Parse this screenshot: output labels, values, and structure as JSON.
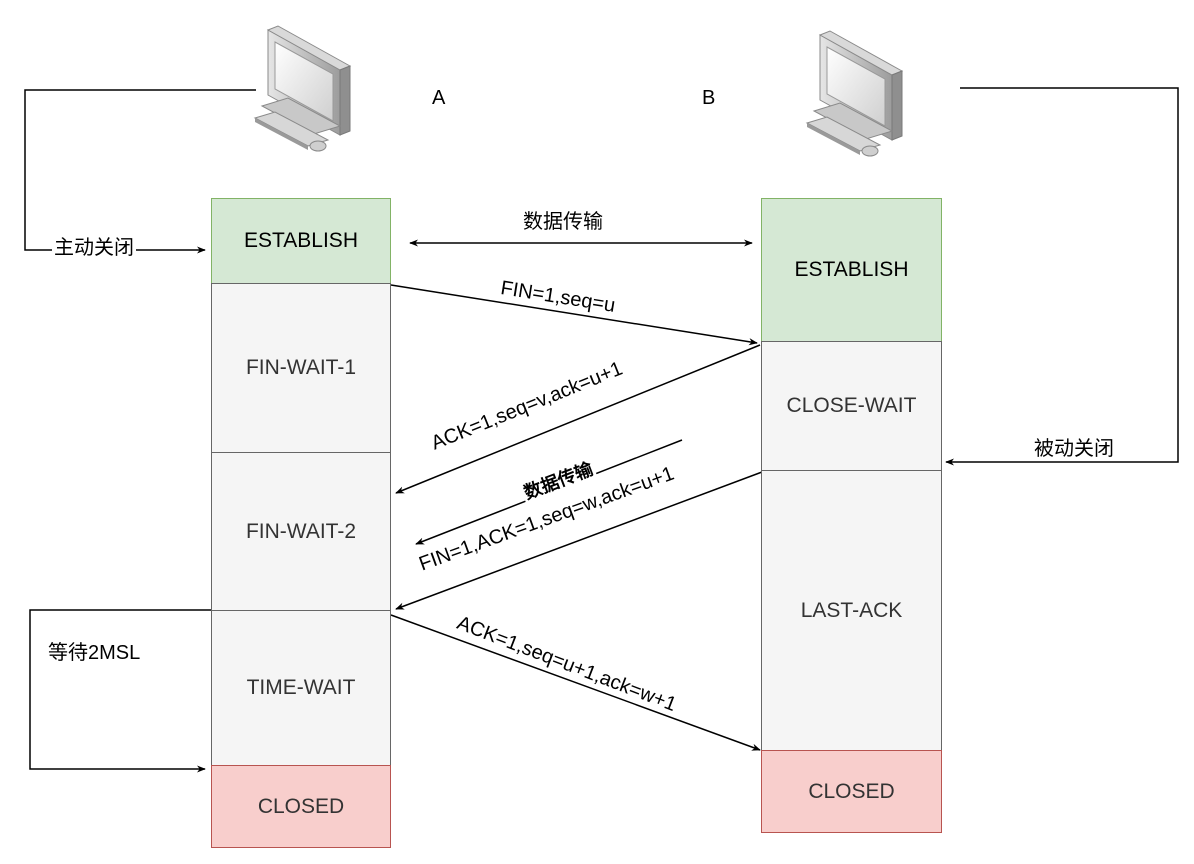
{
  "hosts": {
    "a_label": "A",
    "b_label": "B"
  },
  "states_a": {
    "establish": "ESTABLISH",
    "fin_wait_1": "FIN-WAIT-1",
    "fin_wait_2": "FIN-WAIT-2",
    "time_wait": "TIME-WAIT",
    "closed": "CLOSED"
  },
  "states_b": {
    "establish": "ESTABLISH",
    "close_wait": "CLOSE-WAIT",
    "last_ack": "LAST-ACK",
    "closed": "CLOSED"
  },
  "messages": {
    "data_transfer_top": "数据传输",
    "fin_seq": "FIN=1,seq=u",
    "ack_seq": "ACK=1,seq=v,ack=u+1",
    "data_transfer_mid": "数据传输",
    "fin_ack_seq": "FIN=1,ACK=1,seq=w,ack=u+1",
    "final_ack": "ACK=1,seq=u+1,ack=w+1"
  },
  "annotations": {
    "active_close": "主动关闭",
    "passive_close": "被动关闭",
    "wait_2msl": "等待2MSL"
  },
  "colors": {
    "green_fill": "#d5e8d4",
    "green_stroke": "#82b366",
    "gray_fill": "#f5f5f5",
    "gray_stroke": "#666666",
    "red_fill": "#f8cecc",
    "red_stroke": "#b85450"
  }
}
